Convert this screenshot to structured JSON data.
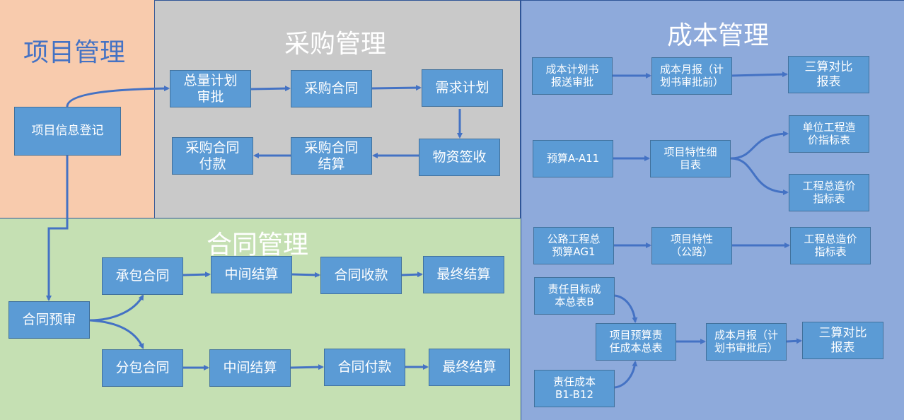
{
  "regions": {
    "project": {
      "title": "项目管理",
      "color": "#f8cbad"
    },
    "purchase": {
      "title": "采购管理",
      "color": "#c9c9c9"
    },
    "contract": {
      "title": "合同管理",
      "color": "#c5e0b3"
    },
    "cost": {
      "title": "成本管理",
      "color": "#8eaadb"
    }
  },
  "nodes": {
    "project_register": "项目信息登记",
    "total_plan_approval": "总量计划\n审批",
    "purchase_contract": "采购合同",
    "demand_plan": "需求计划",
    "material_receipt": "物资签收",
    "purchase_settlement": "采购合同\n结算",
    "purchase_payment": "采购合同\n付款",
    "contract_prereview": "合同预审",
    "main_contract": "承包合同",
    "main_interim": "中间结算",
    "main_receipt": "合同收款",
    "main_final": "最终结算",
    "sub_contract": "分包合同",
    "sub_interim": "中间结算",
    "sub_payment": "合同付款",
    "sub_final": "最终结算",
    "cost_plan_submit": "成本计划书\n报送审批",
    "cost_monthly_before": "成本月报（计\n划书审批前）",
    "three_compare_1": "三算对比\n报表",
    "budget_a": "预算A-A11",
    "project_feature_detail": "项目特性细\n目表",
    "unit_cost_index": "单位工程造\n价指标表",
    "total_cost_index_1": "工程总造价\n指标表",
    "highway_budget": "公路工程总\n预算AG1",
    "project_feature_highway": "项目特性\n（公路）",
    "total_cost_index_2": "工程总造价\n指标表",
    "resp_target_cost": "责任目标成\n本总表B",
    "resp_cost_b": "责任成本\nB1-B12",
    "project_budget_resp": "项目预算责\n任成本总表",
    "cost_monthly_after": "成本月报（计\n划书审批后）",
    "three_compare_2": "三算对比\n报表"
  },
  "colors": {
    "node_fill": "#5b9bd5",
    "node_border": "#41719c",
    "arrow": "#4472c4",
    "project_title": "#4472c4",
    "other_titles": "#ffffff"
  }
}
